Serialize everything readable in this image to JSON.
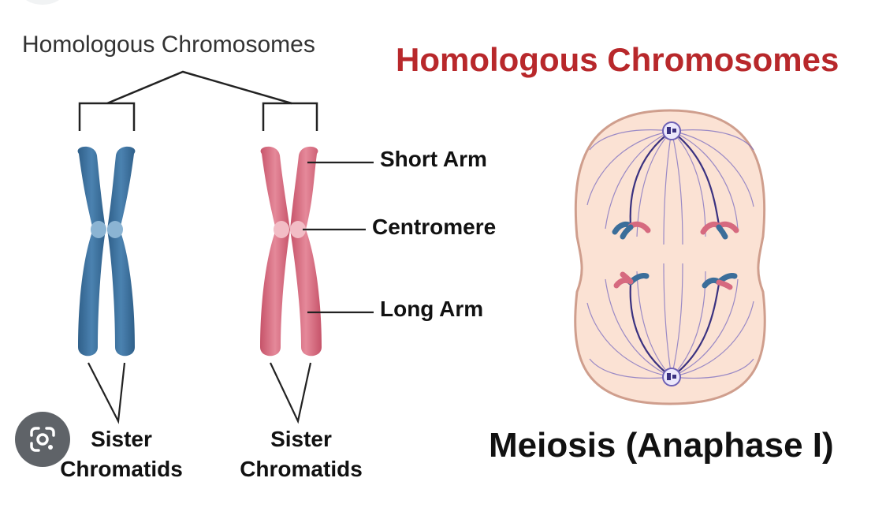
{
  "title_left": "Homologous Chromosomes",
  "title_right": "Homologous Chromosomes",
  "labels": {
    "short_arm": "Short Arm",
    "centromere": "Centromere",
    "long_arm": "Long Arm"
  },
  "sister_left": {
    "line1": "Sister",
    "line2": "Chromatids"
  },
  "sister_right": {
    "line1": "Sister",
    "line2": "Chromatids"
  },
  "caption": "Meiosis (Anaphase I)",
  "colors": {
    "blue": "#3b6e9a",
    "pink": "#d66a7f",
    "title_red": "#b8282b",
    "cell_fill": "#fbe2d4",
    "cell_border": "#cf9e8d",
    "spindle": "#6e61b5"
  },
  "icons": {
    "lens": "google-lens-icon"
  }
}
